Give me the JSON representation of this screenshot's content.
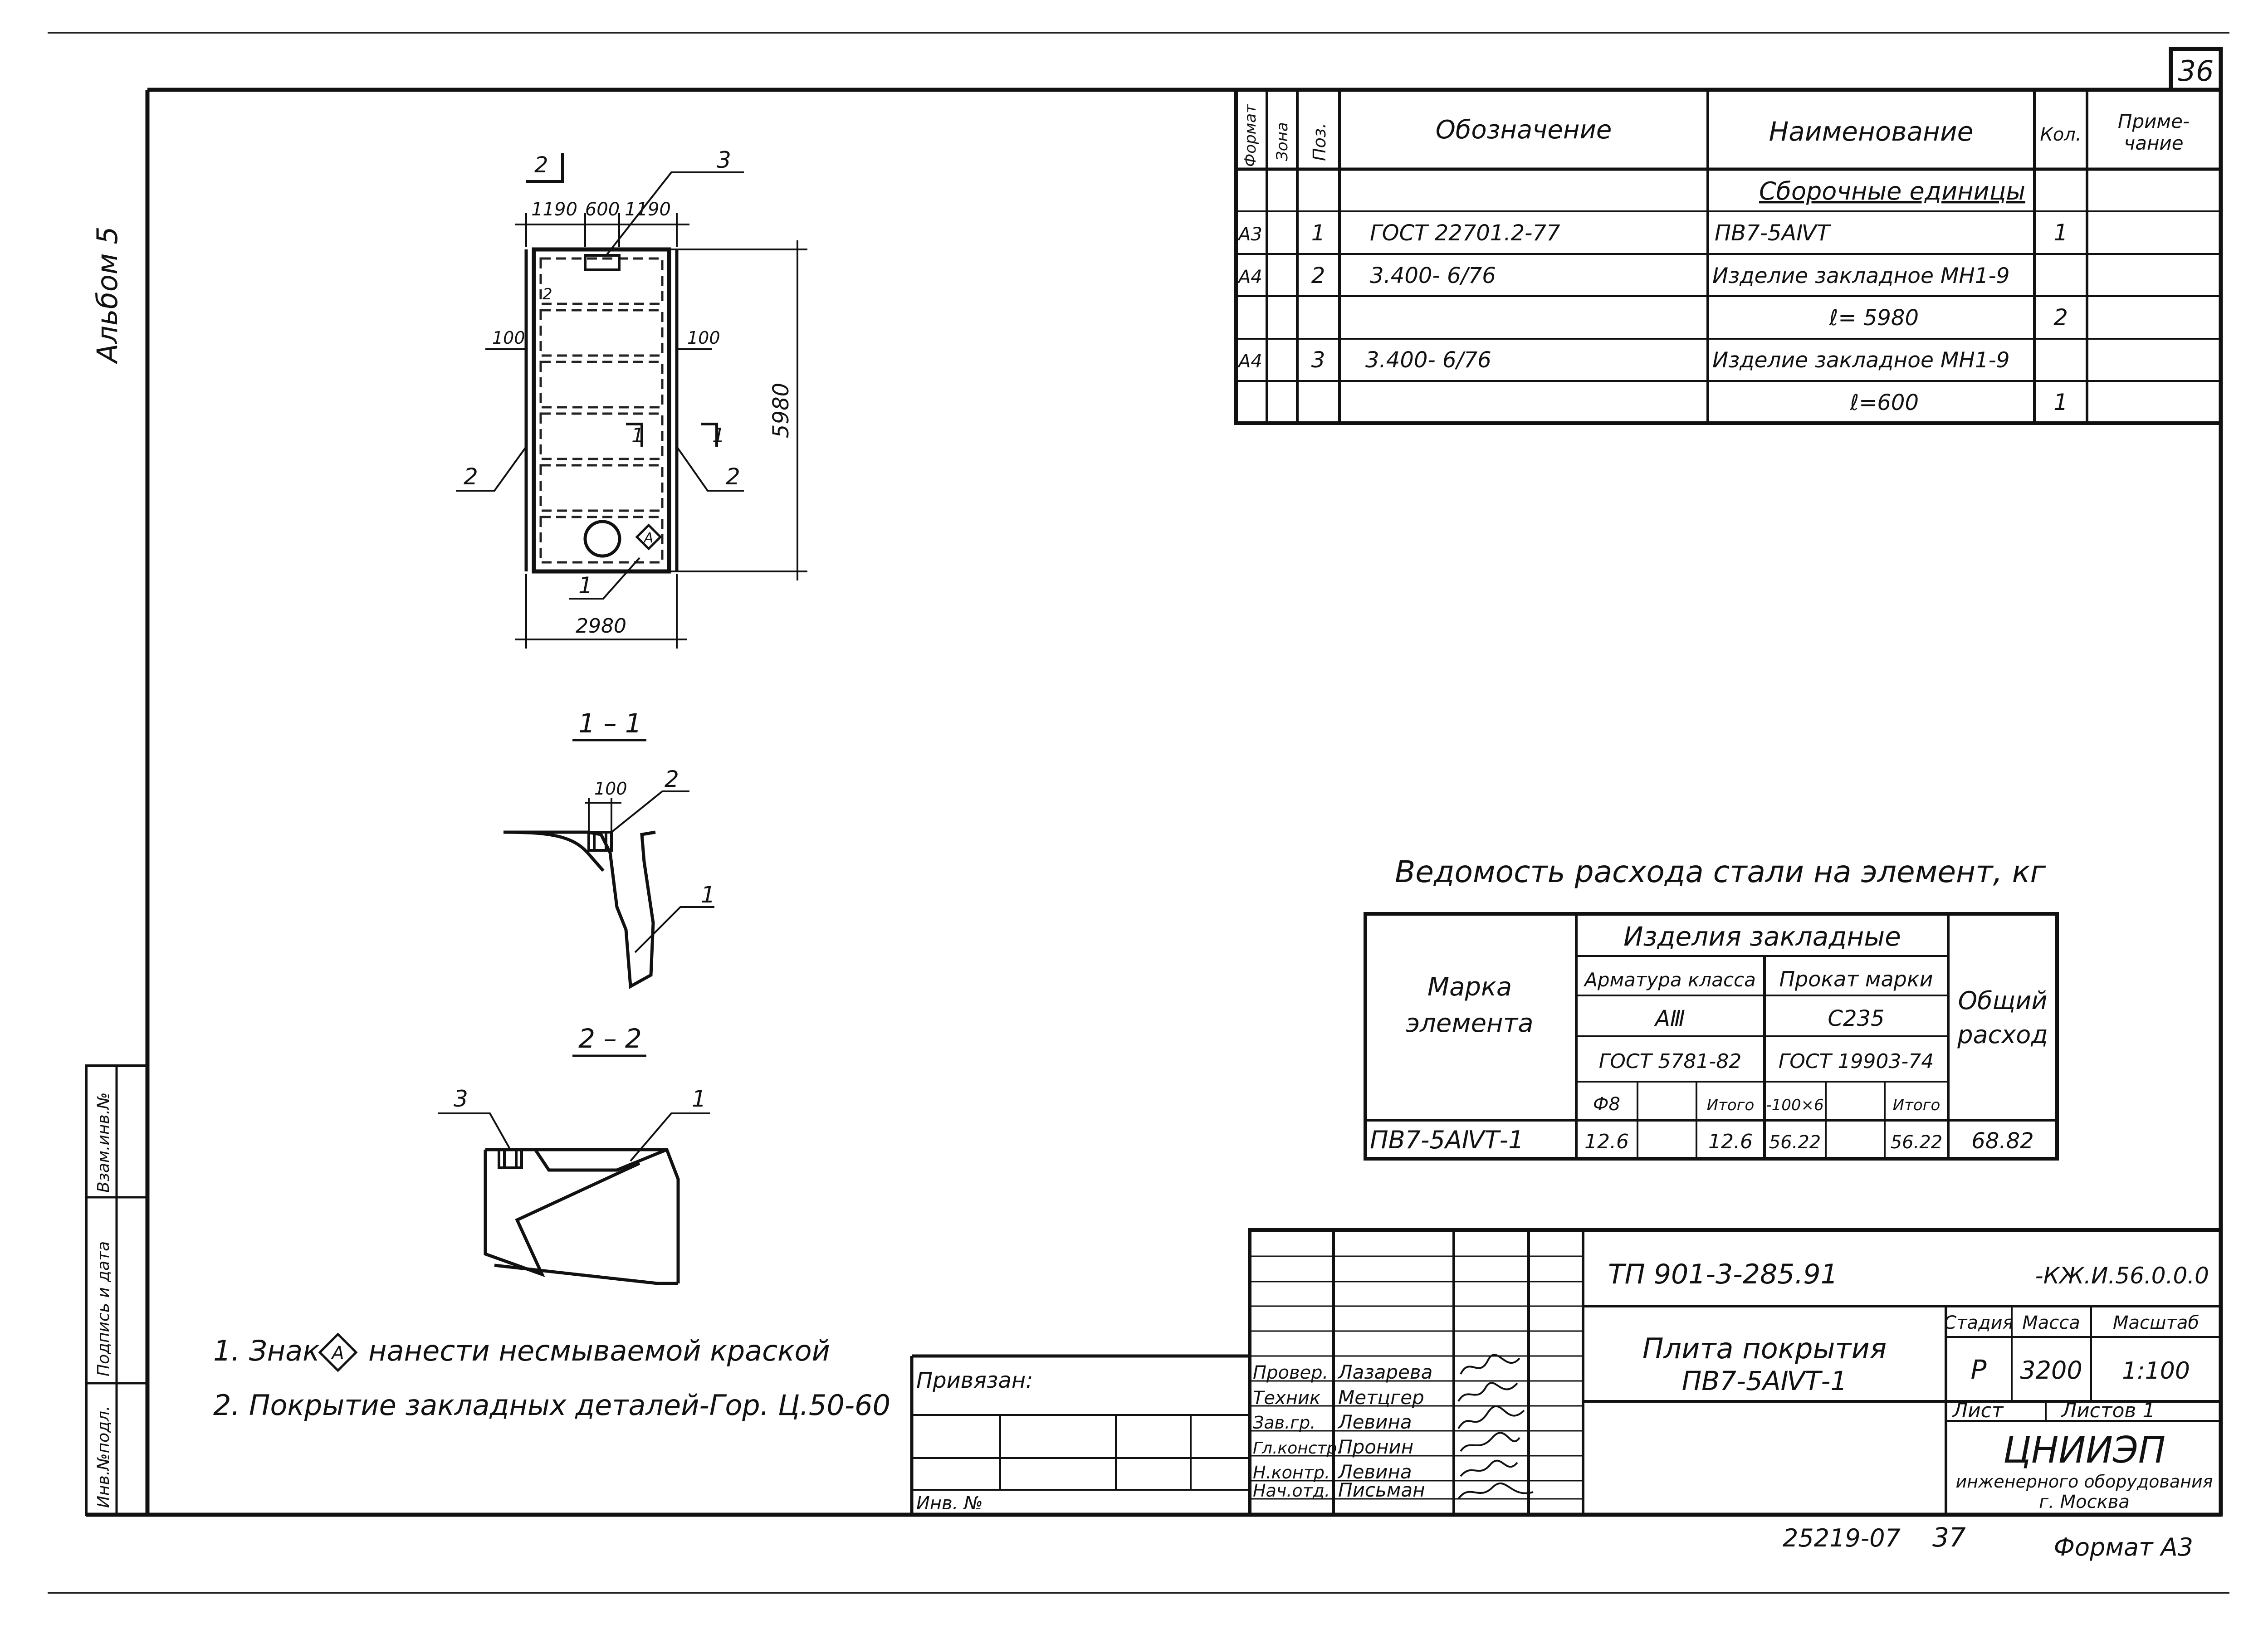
{
  "sheet": {
    "page_number": "36",
    "album": "Альбом 5",
    "bottom_number": "25219-07",
    "bottom_page": "37",
    "format": "Формат А3"
  },
  "drawing": {
    "plan": {
      "dim_1190_left": "1190",
      "dim_600": "600",
      "dim_1190_right": "1190",
      "dim_100_left": "100",
      "dim_100_right": "100",
      "dim_length": "5980",
      "dim_width": "2980",
      "section_2": "2",
      "section_1_left": "1",
      "section_1_right": "1",
      "callout_3": "3",
      "callout_2_left": "2",
      "callout_2_right": "2",
      "callout_1": "1",
      "callout_2_inner": "2",
      "mark_sign": "A"
    },
    "section_1": {
      "title": "1 – 1",
      "dim_100": "100",
      "callout_2": "2",
      "callout_1": "1"
    },
    "section_2": {
      "title": "2 – 2",
      "callout_3": "3",
      "callout_1": "1"
    }
  },
  "spec_table": {
    "headers": [
      "Формат",
      "Зона",
      "Поз.",
      "Обозначение",
      "Наименование",
      "Кол.",
      "Приме-",
      "чание"
    ],
    "section_title": "Сборочные единицы",
    "rows": [
      {
        "format": "А3",
        "pos": "1",
        "designation": "ГОСТ 22701.2-77",
        "name": "ПВ7-5АⅣТ",
        "qty": "1"
      },
      {
        "format": "А4",
        "pos": "2",
        "designation": "3.400- 6/76",
        "name": "Изделие закладное МН1-9",
        "qty": ""
      },
      {
        "format": "",
        "pos": "",
        "designation": "",
        "name": "ℓ= 5980",
        "qty": "2"
      },
      {
        "format": "А4",
        "pos": "3",
        "designation": "3.400- 6/76",
        "name": "Изделие закладное МН1-9",
        "qty": ""
      },
      {
        "format": "",
        "pos": "",
        "designation": "",
        "name": "ℓ=600",
        "qty": "1"
      }
    ]
  },
  "steel_table": {
    "title": "Ведомость расхода стали на элемент, кг",
    "h_mark_1": "Марка",
    "h_mark_2": "элемента",
    "h_embedded": "Изделия закладные",
    "h_rebar": "Арматура класса",
    "h_rolled": "Прокат марки",
    "h_class": "AⅢ",
    "h_grade": "С235",
    "h_gost_1": "ГОСТ 5781-82",
    "h_gost_2": "ГОСТ 19903-74",
    "h_phi": "Ф8",
    "h_total_1": "Итого",
    "h_sheet": "-100×6",
    "h_total_2": "Итого",
    "h_overall_1": "Общий",
    "h_overall_2": "расход",
    "row": {
      "mark": "ПВ7-5АⅣТ-1",
      "phi8": "12.6",
      "total_1": "12.6",
      "sheet": "56.22",
      "total_2": "56.22",
      "overall": "68.82"
    }
  },
  "notes": [
    "1. Знак",
    "нанести несмываемой краской",
    "2. Покрытие закладных деталей-Гор. Ц.50-60"
  ],
  "notes_sign": "A",
  "side_stamp": [
    "Инв.№подл.",
    "Подпись и дата",
    "Взам.инв.№"
  ],
  "title_block": {
    "code": "ТП 901-3-285.91",
    "code_suffix": "-КЖ.И.56.0.0.0",
    "title_1": "Плита покрытия",
    "title_2": "ПВ7-5АⅣТ-1",
    "stage_label": "Стадия",
    "mass_label": "Масса",
    "scale_label": "Масштаб",
    "stage": "Р",
    "mass": "3200",
    "scale": "1:100",
    "sheet_label": "Лист",
    "sheets_label": "Листов 1",
    "org": "ЦНИИЭП",
    "org_sub": "инженерного оборудования",
    "city": "г. Москва",
    "privyazan": "Привязан:",
    "inv_no": "Инв. №",
    "roles": [
      "Провер.",
      "Техник",
      "Зав.гр.",
      "Гл.констр.",
      "Н.контр.",
      "Нач.отд."
    ],
    "names": [
      "Лазарева",
      "Метцгер",
      "Левина",
      "Пронин",
      "Левина",
      "Письман"
    ]
  }
}
